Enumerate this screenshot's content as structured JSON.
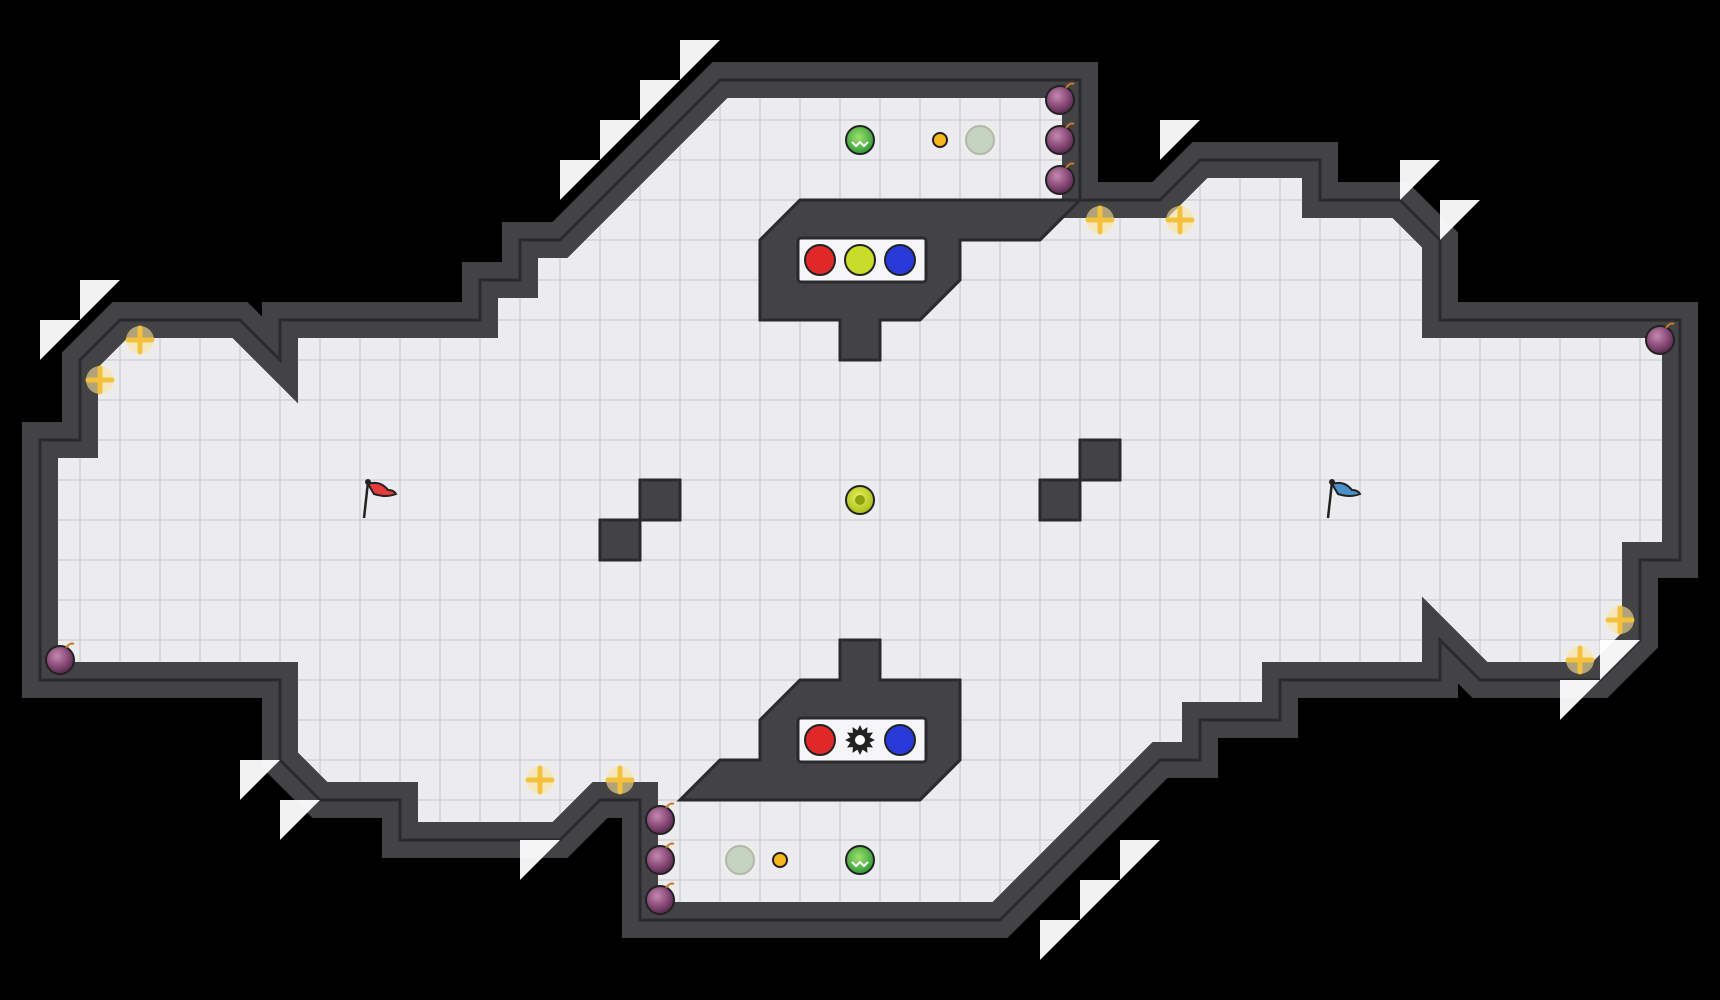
{
  "game": {
    "map_theme": "grid-arena",
    "colors": {
      "background": "#000000",
      "floor": "#ececee",
      "grid_line": "#d2d2d6",
      "wall": "#434345",
      "wall_edge": "#2a2a2c",
      "wall_highlight": "#ffffff",
      "red_team": "#e53b3b",
      "blue_team": "#4a8fc8",
      "yellow_button": "#c8dc2a",
      "blue_button": "#2a3ad8",
      "red_button": "#e02828",
      "boost": "#f4c23a",
      "bomb": "#8a4a78",
      "powerup": "#3ca84a",
      "gate_inactive": "#c4d2c0",
      "portal": "#f6b81a"
    },
    "flags": [
      {
        "team": "red",
        "icon": "red-flag-icon"
      },
      {
        "team": "blue",
        "icon": "blue-flag-icon"
      }
    ],
    "center_button": {
      "color": "yellow",
      "icon": "yellow-center-button-icon"
    },
    "top_panel": {
      "buttons": [
        "red",
        "yellow",
        "blue"
      ]
    },
    "bottom_panel": {
      "buttons": [
        "red",
        "spike",
        "blue"
      ]
    }
  }
}
